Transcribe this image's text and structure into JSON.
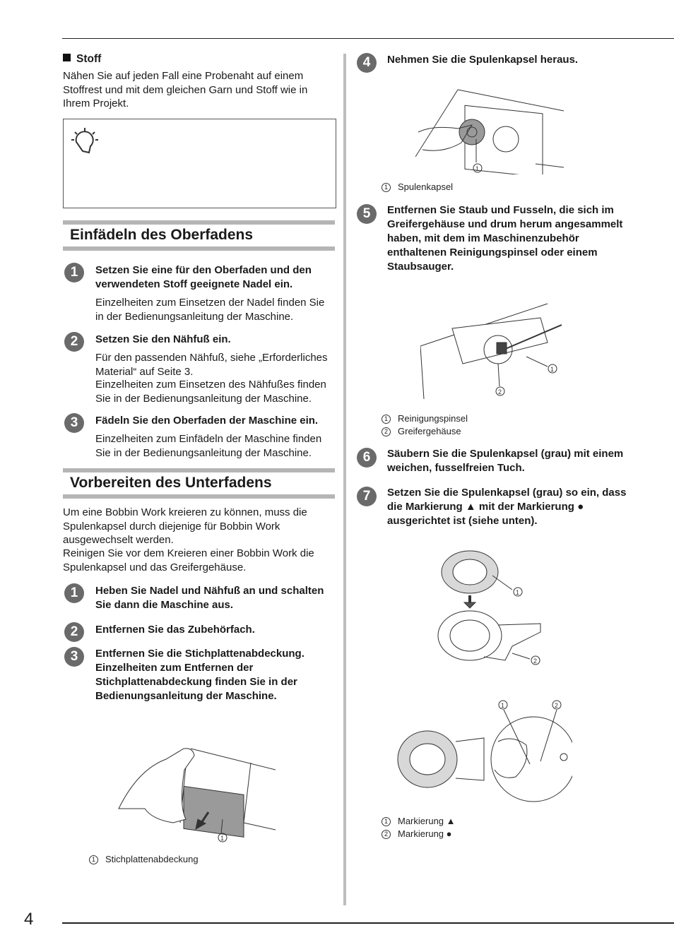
{
  "page_number": "4",
  "left": {
    "stoff_title": "Stoff",
    "stoff_text": "Nähen Sie auf jeden Fall eine Probenaht auf einem Stoffrest und mit dem gleichen Garn und Stoff wie in Ihrem Projekt.",
    "section1_title": "Einfädeln des Oberfadens",
    "s1_steps": [
      {
        "num": "1",
        "bold": "Setzen Sie eine für den Oberfaden und den verwendeten Stoff geeignete Nadel ein.",
        "text": "Einzelheiten zum Einsetzen der Nadel finden Sie in der Bedienungsanleitung der Maschine."
      },
      {
        "num": "2",
        "bold": "Setzen Sie den Nähfuß ein.",
        "text": "Für den passenden Nähfuß, siehe „Erforderliches Material“ auf Seite 3.",
        "text2": "Einzelheiten zum Einsetzen des Nähfußes finden Sie in der Bedienungsanleitung der Maschine."
      },
      {
        "num": "3",
        "bold": "Fädeln Sie den Oberfaden der Maschine ein.",
        "text": "Einzelheiten zum Einfädeln der Maschine finden Sie in der Bedienungsanleitung der Maschine."
      }
    ],
    "section2_title": "Vorbereiten des Unterfadens",
    "section2_intro": "Um eine Bobbin Work kreieren zu können, muss die Spulenkapsel durch diejenige für Bobbin Work ausgewechselt werden.",
    "section2_intro2": "Reinigen Sie vor dem Kreieren einer Bobbin Work die Spulenkapsel und das Greifergehäuse.",
    "s2_steps": [
      {
        "num": "1",
        "bold": "Heben Sie Nadel und Nähfuß an und schalten Sie dann die Maschine aus."
      },
      {
        "num": "2",
        "bold": "Entfernen Sie das Zubehörfach."
      },
      {
        "num": "3",
        "bold": "Entfernen Sie die Stichplattenabdeckung. Einzelheiten zum Entfernen der Stichplattenabdeckung finden Sie in der Bedienungsanleitung der Maschine."
      }
    ],
    "fig1_callout": "1",
    "fig1_caption": "Stichplattenabdeckung"
  },
  "right": {
    "steps": [
      {
        "num": "4",
        "bold": "Nehmen Sie die Spulenkapsel heraus."
      },
      {
        "num": "5",
        "bold": "Entfernen Sie Staub und Fusseln, die sich im Greifergehäuse und drum herum angesammelt haben, mit dem im Maschinenzubehör enthaltenen Reinigungspinsel oder einem Staubsauger."
      },
      {
        "num": "6",
        "bold": "Säubern Sie die Spulenkapsel (grau) mit einem weichen, fusselfreien Tuch."
      },
      {
        "num": "7",
        "bold": "Setzen Sie die Spulenkapsel (grau) so ein, dass die Markierung ▲ mit der Markierung ● ausgerichtet ist (siehe unten)."
      }
    ],
    "fig4_callout": "1",
    "fig4_caption": "Spulenkapsel",
    "fig5_callouts": [
      "1",
      "2"
    ],
    "fig5_captions": [
      "Reinigungspinsel",
      "Greifergehäuse"
    ],
    "fig7a_callouts": [
      "1",
      "2"
    ],
    "fig7b_callouts": [
      "1",
      "2"
    ],
    "fig7_captions": [
      "Markierung ▲",
      "Markierung ●"
    ]
  }
}
